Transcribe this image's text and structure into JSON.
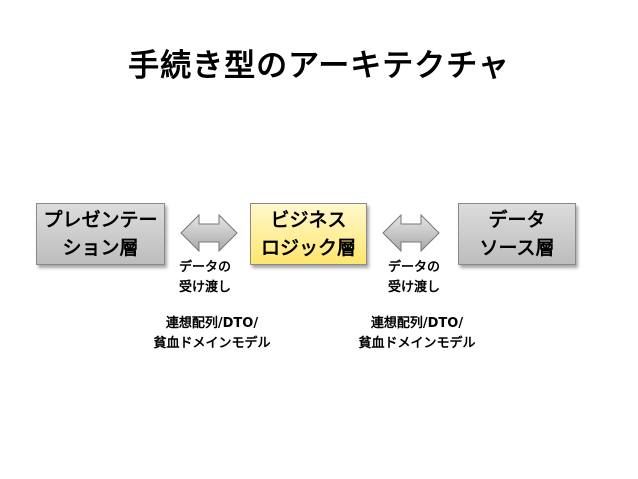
{
  "title": "手続き型のアーキテクチャ",
  "layers": {
    "presentation": {
      "line1": "プレゼンテー",
      "line2": "ション層"
    },
    "business": {
      "line1": "ビジネス",
      "line2": "ロジック層"
    },
    "datasource": {
      "line1": "データ",
      "line2": "ソース層"
    }
  },
  "transfers": {
    "left": {
      "line1": "データの",
      "line2": "受け渡し",
      "format1": "連想配列/DTO/",
      "format2": "貧血ドメインモデル"
    },
    "right": {
      "line1": "データの",
      "line2": "受け渡し",
      "format1": "連想配列/DTO/",
      "format2": "貧血ドメインモデル"
    }
  },
  "colors": {
    "layer_gray": "#c9c9c9",
    "layer_business": "#ffec8a",
    "arrow_fill": "#c4c4c4"
  }
}
